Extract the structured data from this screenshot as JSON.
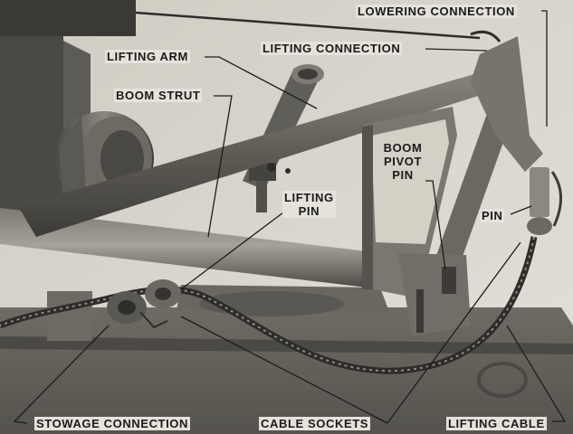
{
  "labels": {
    "lowering_connection": "LOWERING CONNECTION",
    "lifting_connection": "LIFTING CONNECTION",
    "lifting_arm": "LIFTING ARM",
    "boom_strut": "BOOM STRUT",
    "boom_pivot_pin_1": "BOOM",
    "boom_pivot_pin_2": "PIVOT",
    "boom_pivot_pin_3": "PIN",
    "lifting_pin_1": "LIFTING",
    "lifting_pin_2": "PIN",
    "pin": "PIN",
    "stowage_connection": "STOWAGE CONNECTION",
    "cable_sockets": "CABLE SOCKETS",
    "lifting_cable": "LIFTING CABLE"
  },
  "colors": {
    "paper": "#e4e2da",
    "metal_dark": "#3c3c38",
    "metal_mid": "#6b6962",
    "metal_light": "#9c9a92",
    "label_text": "#1a1a1a"
  }
}
